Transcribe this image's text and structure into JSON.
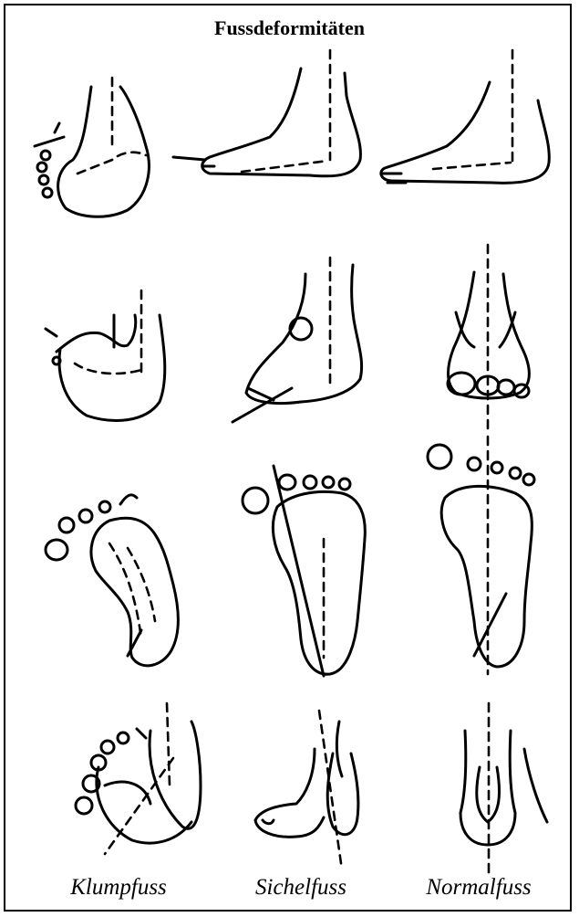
{
  "title": "Fussdeformitäten",
  "columns": [
    {
      "label": "Klumpfuss"
    },
    {
      "label": "Sichelfuss"
    },
    {
      "label": "Normalfuss"
    }
  ]
}
